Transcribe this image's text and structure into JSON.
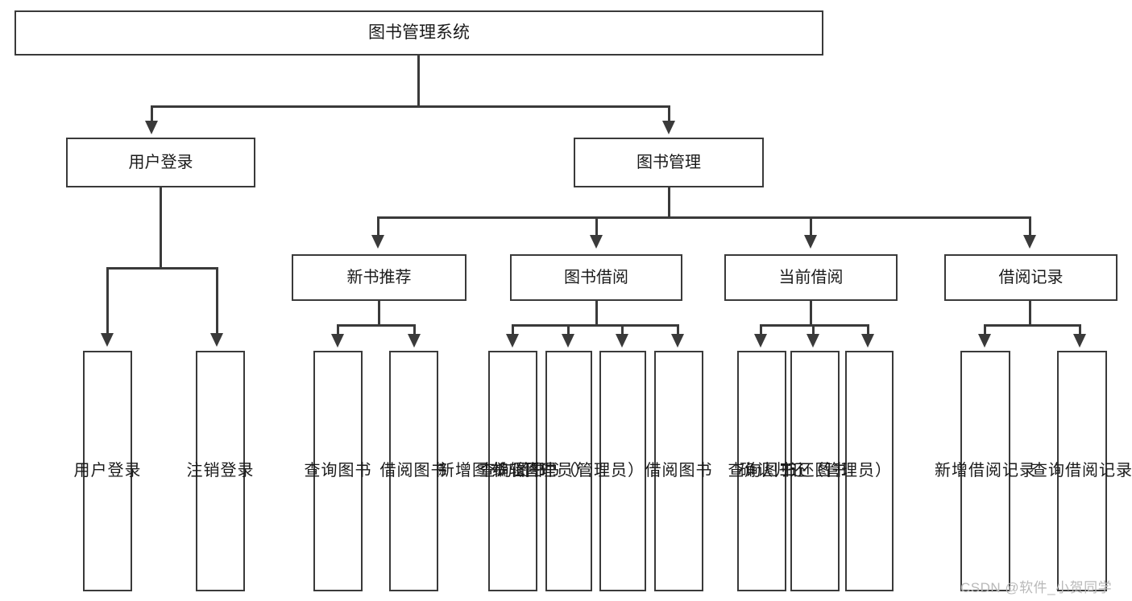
{
  "diagram": {
    "type": "tree-hierarchy",
    "title": "图书管理系统",
    "root": {
      "label": "图书管理系统"
    },
    "level2": [
      {
        "id": "user-login",
        "label": "用户登录"
      },
      {
        "id": "book-management",
        "label": "图书管理"
      }
    ],
    "level3": [
      {
        "id": "new-book-recommend",
        "label": "新书推荐",
        "parent": "book-management"
      },
      {
        "id": "book-borrow",
        "label": "图书借阅",
        "parent": "book-management"
      },
      {
        "id": "current-borrow",
        "label": "当前借阅",
        "parent": "book-management"
      },
      {
        "id": "borrow-record",
        "label": "借阅记录",
        "parent": "book-management"
      }
    ],
    "leaves": [
      {
        "id": "leaf-user-login",
        "label": "用户登录",
        "parent": "user-login"
      },
      {
        "id": "leaf-logout-login",
        "label": "注销登录",
        "parent": "user-login"
      },
      {
        "id": "leaf-query-book-1",
        "label": "查询图书",
        "parent": "new-book-recommend"
      },
      {
        "id": "leaf-borrow-book-1",
        "label": "借阅图书",
        "parent": "new-book-recommend"
      },
      {
        "id": "leaf-query-book-2",
        "label": "查询图书",
        "parent": "book-borrow"
      },
      {
        "id": "leaf-add-book",
        "label": "新增图书（管理员）",
        "parent": "book-borrow"
      },
      {
        "id": "leaf-edit-book",
        "label": "编辑图书（管理员）",
        "parent": "book-borrow"
      },
      {
        "id": "leaf-borrow-book-2",
        "label": "借阅图书",
        "parent": "book-borrow"
      },
      {
        "id": "leaf-query-book-3",
        "label": "查询图书",
        "parent": "current-borrow"
      },
      {
        "id": "leaf-return-book",
        "label": "归还图书",
        "parent": "current-borrow"
      },
      {
        "id": "leaf-confirm-return",
        "label": "确认归还（管理员）",
        "parent": "current-borrow"
      },
      {
        "id": "leaf-add-record",
        "label": "新增借阅记录",
        "parent": "borrow-record"
      },
      {
        "id": "leaf-query-record",
        "label": "查询借阅记录",
        "parent": "borrow-record"
      }
    ],
    "watermark": "CSDN @软件_小贺同学",
    "colors": {
      "stroke": "#3a3a3a",
      "fill": "#ffffff",
      "text": "#1a1a1a",
      "watermark": "#b9b9b9"
    }
  }
}
